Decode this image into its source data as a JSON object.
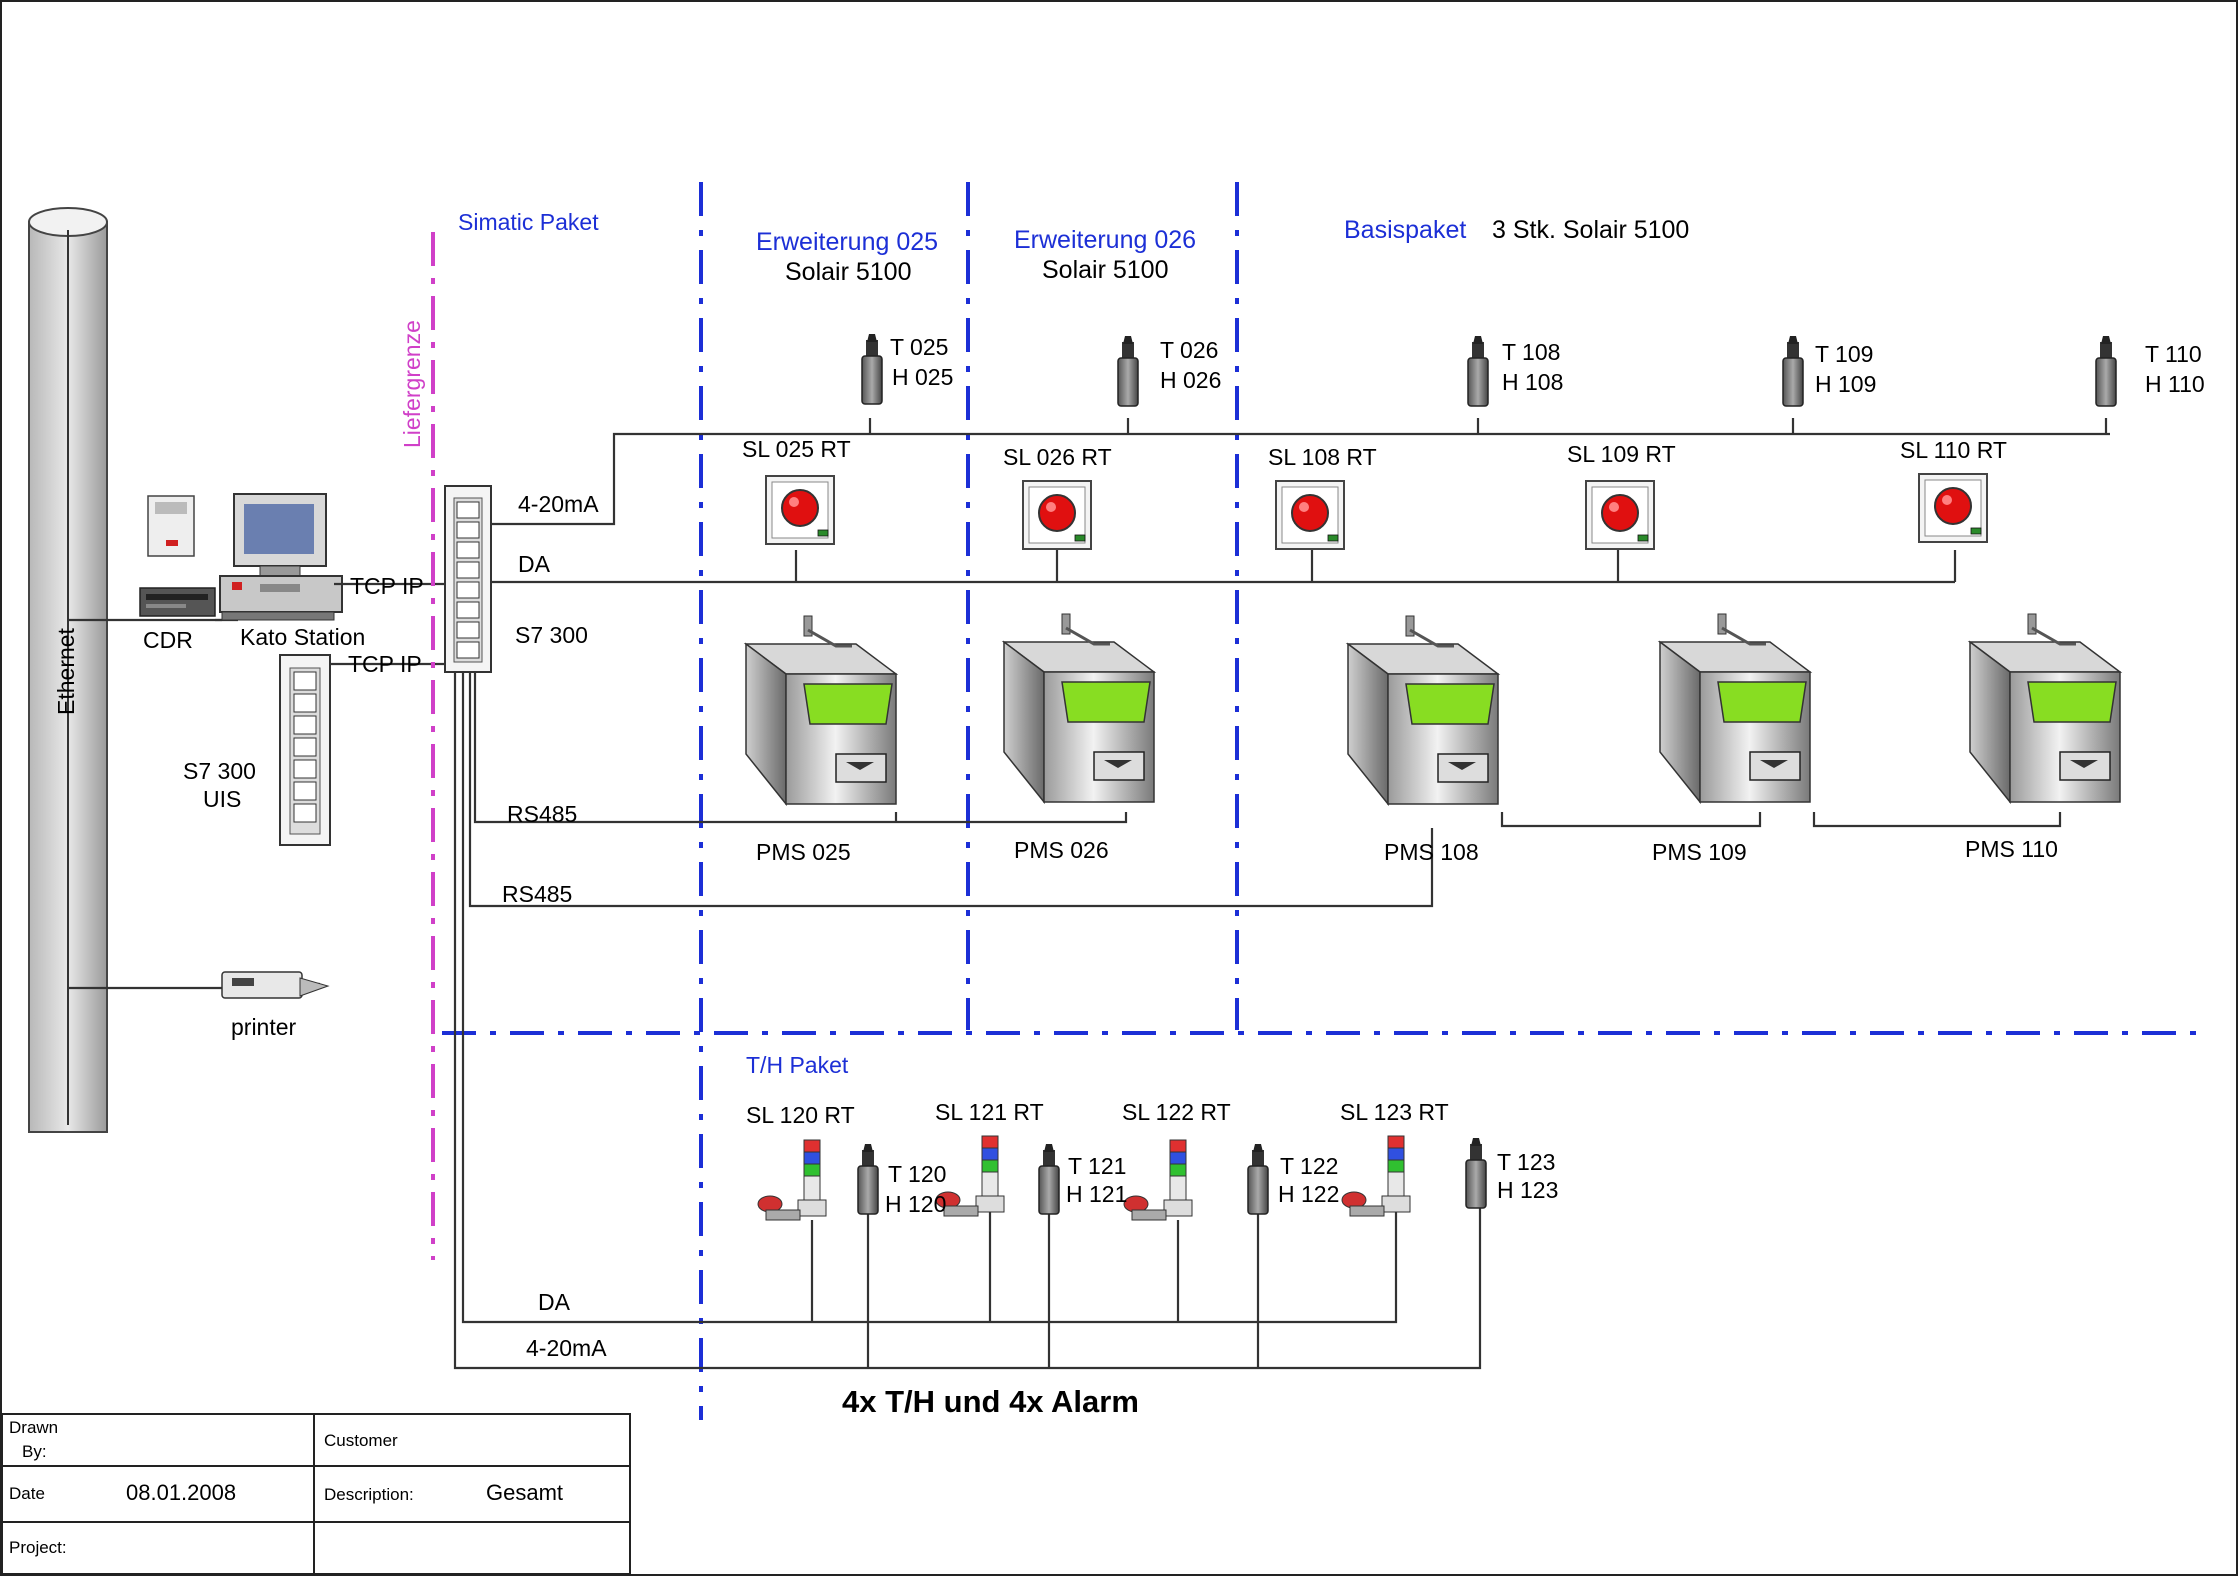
{
  "sections": {
    "simatic": "Simatic Paket",
    "liefergrenze": "Liefergrenze",
    "erw025_title": "Erweiterung 025",
    "erw025_sub": "Solair 5100",
    "erw026_title": "Erweiterung 026",
    "erw026_sub": "Solair 5100",
    "basis_title": "Basispaket",
    "basis_sub": "3 Stk. Solair 5100",
    "th_paket": "T/H Paket"
  },
  "network": {
    "ethernet": "Ethernet",
    "cdr": "CDR",
    "kato": "Kato Station",
    "tcp1": "TCP IP",
    "tcp2": "TCP IP",
    "s7_uis_1": "S7 300",
    "s7_uis_2": "UIS",
    "printer": "printer",
    "s7_main": "S7 300"
  },
  "lines": {
    "ma_top": "4-20mA",
    "da_top": "DA",
    "rs485_1": "RS485",
    "rs485_2": "RS485",
    "da_bottom": "DA",
    "ma_bottom": "4-20mA"
  },
  "sensors_top": [
    {
      "t": "T 025",
      "h": "H 025"
    },
    {
      "t": "T 026",
      "h": "H 026"
    },
    {
      "t": "T 108",
      "h": "H 108"
    },
    {
      "t": "T 109",
      "h": "H 109"
    },
    {
      "t": "T 110",
      "h": "H 110"
    }
  ],
  "alarms_top": [
    "SL 025 RT",
    "SL 026 RT",
    "SL 108 RT",
    "SL 109 RT",
    "SL 110 RT"
  ],
  "pms": [
    "PMS 025",
    "PMS 026",
    "PMS 108",
    "PMS 109",
    "PMS 110"
  ],
  "th_alarms": [
    "SL 120 RT",
    "SL 121 RT",
    "SL 122 RT",
    "SL 123 RT"
  ],
  "th_sensors": [
    {
      "t": "T 120",
      "h": "H 120"
    },
    {
      "t": "T 121",
      "h": "H 121"
    },
    {
      "t": "T 122",
      "h": "H 122"
    },
    {
      "t": "T 123",
      "h": "H 123"
    }
  ],
  "footer_title": "4x T/H und 4x Alarm",
  "title_block": {
    "drawn_1": "Drawn",
    "drawn_2": "By:",
    "customer": "Customer",
    "date_label": "Date",
    "date_value": "08.01.2008",
    "desc_label": "Description:",
    "desc_value": "Gesamt",
    "project_label": "Project:"
  },
  "colors": {
    "section_divider": "#1c2fd6",
    "delivery_boundary": "#d040c8",
    "alarm_red": "#e01010",
    "screen_green": "#88dd22"
  }
}
